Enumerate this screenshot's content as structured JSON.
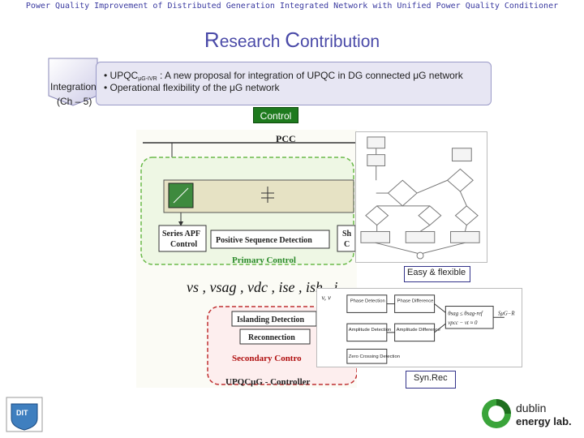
{
  "header": {
    "title": "Power Quality Improvement of Distributed Generation Integrated Network with Unified Power Quality Conditioner"
  },
  "slide": {
    "title_first_cap": "R",
    "title_rest1": "esearch ",
    "title_second_cap": "C",
    "title_rest2": "ontribution"
  },
  "chevron": {
    "line1": "Integration",
    "line2": "(Ch – 5)"
  },
  "bullets": {
    "b1_prefix": "• UPQC",
    "b1_sub": "μG-IVR",
    "b1_rest": " : A new proposal for integration of UPQC in DG connected μG network",
    "b2": "• Operational flexibility of the μG network"
  },
  "control_badge": "Control",
  "diagram": {
    "pcc": "PCC",
    "series_apf_1": "Series APF",
    "series_apf_2": "Control",
    "pos_seq": "Positive Sequence Detection",
    "shunt_1": "Sh",
    "shunt_2": "C",
    "primary": "Primary Control",
    "vars": "vs , vsag , vdc , ise , ish , i",
    "islanding": "Islanding Detection",
    "reconnection": "Reconnection",
    "secondary": "Secondary Contro",
    "controller": "UPQCμG - Controller"
  },
  "block_diagram": {
    "phase_det": "Phase Detection",
    "phase_diff": "Phase Difference",
    "amp_det": "Amplitude Detection",
    "amp_diff": "Amplitude Difference",
    "zero_cross": "Zero Crossing Detection",
    "eq1": "θsag ≤ θsag-ref",
    "eq2": "vpcc − vt ≈ 0",
    "out": "SμG−R"
  },
  "captions": {
    "c1": "Easy & flexible",
    "c2": "Syn.Rec"
  },
  "logos": {
    "dit": "DIT",
    "dublin_1": "dublin",
    "dublin_2": "energy lab."
  },
  "colors": {
    "title": "#4a4aa8",
    "badge": "#1e7a1e",
    "primary": "#2a8a2a",
    "secondary": "#b01010"
  }
}
